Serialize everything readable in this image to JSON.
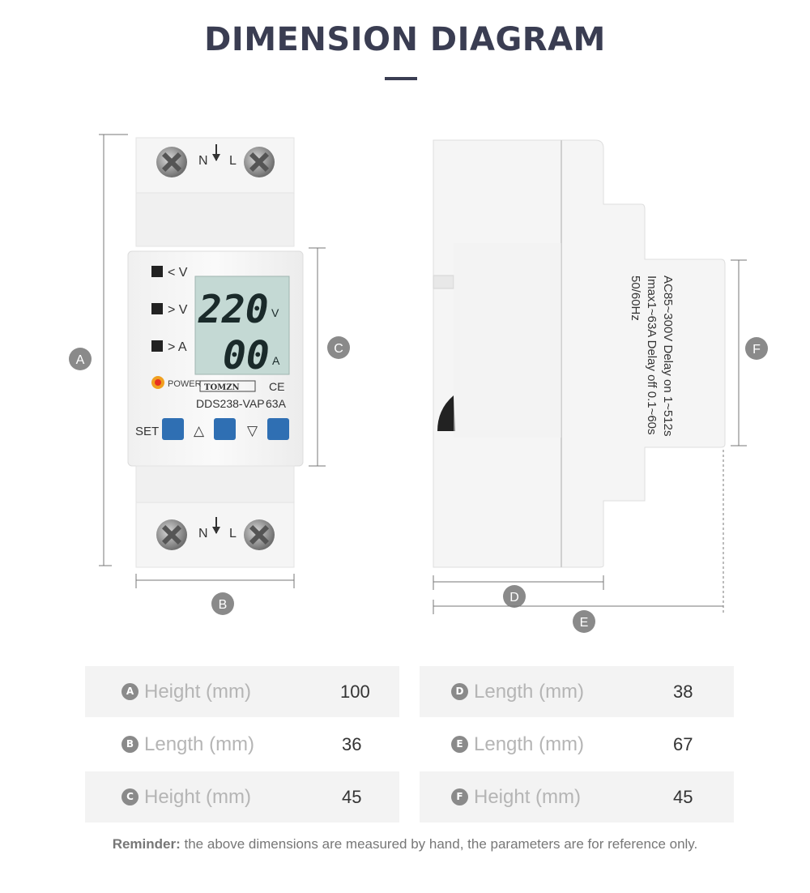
{
  "page": {
    "title": "DIMENSION DIAGRAM"
  },
  "device": {
    "terminal_n": "N",
    "terminal_l": "L",
    "indicator_low_v": "< V",
    "indicator_high_v": "> V",
    "indicator_high_a": "> A",
    "display_voltage": "220",
    "display_voltage_unit": "V",
    "display_current": "00",
    "display_current_unit": "A",
    "power_label": "POWER",
    "brand": "TOMZN",
    "ce_mark": "CE",
    "model": "DDS238-VAP",
    "rating": "63A",
    "set_label": "SET",
    "up_symbol": "△",
    "down_symbol": "▽",
    "side_label_lines": [
      "AC85~300V   Delay on 1~512s",
      "Imax1~63A   Delay off 0.1~60s",
      "50/60Hz"
    ]
  },
  "markers": [
    "A",
    "B",
    "C",
    "D",
    "E",
    "F"
  ],
  "table": {
    "left": [
      {
        "marker": "A",
        "label": "Height (mm)",
        "value": "100"
      },
      {
        "marker": "B",
        "label": "Length (mm)",
        "value": "36"
      },
      {
        "marker": "C",
        "label": "Height (mm)",
        "value": "45"
      }
    ],
    "right": [
      {
        "marker": "D",
        "label": "Length (mm)",
        "value": "38"
      },
      {
        "marker": "E",
        "label": "Length (mm)",
        "value": "67"
      },
      {
        "marker": "F",
        "label": "Height (mm)",
        "value": "45"
      }
    ]
  },
  "reminder": {
    "bold": "Reminder:",
    "text": " the above dimensions are measured by hand, the parameters are for reference only."
  },
  "colors": {
    "title": "#3a3d52",
    "marker": "#8a8a8a",
    "lcd": "#c4d9d4",
    "button": "#2f6fb3",
    "body": "#f4f4f4"
  }
}
